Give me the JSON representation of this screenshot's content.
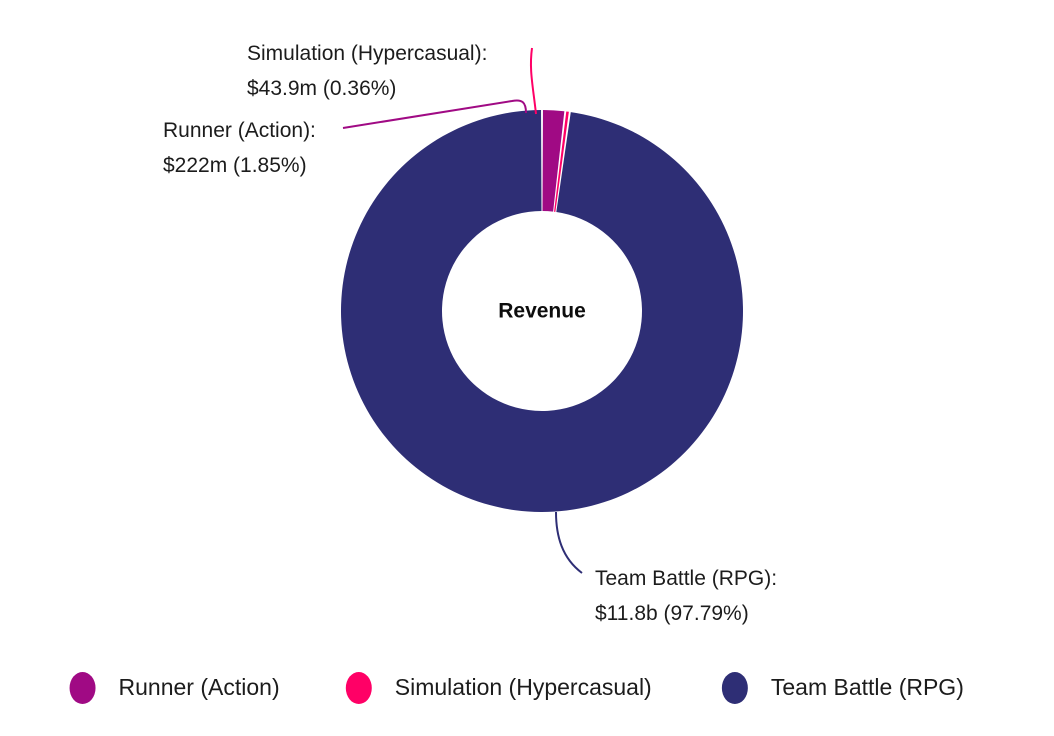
{
  "chart_data": {
    "type": "pie",
    "variant": "donut",
    "title": "",
    "center_label": "Revenue",
    "categories": [
      "Runner (Action)",
      "Simulation (Hypercasual)",
      "Team Battle (RPG)"
    ],
    "values": [
      222000000,
      43900000,
      11800000000
    ],
    "value_labels": [
      "$222m",
      "$43.9m",
      "$11.8b"
    ],
    "percentages": [
      1.85,
      0.36,
      97.79
    ],
    "percent_labels": [
      "(1.85%)",
      "(0.36%)",
      "(97.79%)"
    ],
    "colors": [
      "#A00A84",
      "#FF0066",
      "#2E2E75"
    ],
    "legend_position": "bottom",
    "grid": false
  },
  "callouts": [
    {
      "id": "simulation",
      "line1": "Simulation (Hypercasual):",
      "line2": "$43.9m (0.36%)",
      "color": "#FF0066"
    },
    {
      "id": "runner",
      "line1": "Runner (Action):",
      "line2": "$222m (1.85%)",
      "color": "#A00A84"
    },
    {
      "id": "team-battle",
      "line1": "Team Battle (RPG):",
      "line2": "$11.8b (97.79%)",
      "color": "#2E2E75"
    }
  ],
  "center": {
    "label": "Revenue"
  },
  "legend": {
    "items": [
      {
        "label": "Runner (Action)",
        "color": "#A00A84"
      },
      {
        "label": "Simulation (Hypercasual)",
        "color": "#FF0066"
      },
      {
        "label": "Team Battle (RPG)",
        "color": "#2E2E75"
      }
    ]
  }
}
